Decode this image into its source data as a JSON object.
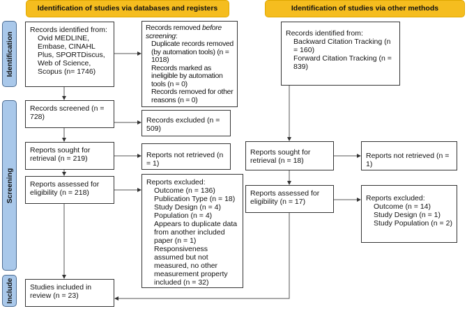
{
  "headers": {
    "databases": "Identification of studies via databases and registers",
    "other": "Identification of studies via other methods"
  },
  "phases": {
    "identification": "Identification",
    "screening": "Screening",
    "include": "Include"
  },
  "left": {
    "identified": {
      "title": "Records identified from:",
      "lines": [
        "Ovid MEDLINE,",
        "Embase, CINAHL",
        "Plus, SPORTDiscus,",
        "Web of Science,",
        "Scopus (n= 1746)"
      ]
    },
    "removed": {
      "title_a": "Records removed ",
      "title_em": "before screening",
      "title_b": ":",
      "lines": [
        "Duplicate records removed (by automation tools) (n = 1018)",
        "Records marked as ineligible by automation tools (n = 0)",
        "Records removed for other reasons (n = 0)"
      ]
    },
    "screened": "Records screened (n = 728)",
    "excluded": "Records excluded (n = 509)",
    "sought": "Reports sought for retrieval (n = 219)",
    "not_retrieved": "Reports not retrieved (n = 1)",
    "assessed": "Reports assessed for eligibility (n = 218)",
    "reports_excluded": {
      "title": "Reports excluded:",
      "lines": [
        "Outcome (n = 136)",
        "Publication Type (n = 18)",
        "Study Design (n = 4)",
        "Population (n = 4)",
        "Appears to duplicate data from another included paper (n = 1)",
        "Responsiveness assumed but not measured, no other measurement property included (n = 32)"
      ]
    },
    "included": "Studies included in review (n = 23)"
  },
  "right": {
    "identified": {
      "title": "Records identified from:",
      "lines": [
        "Backward Citation Tracking (n = 160)",
        "Forward Citation Tracking (n = 839)"
      ]
    },
    "sought": "Reports sought for retrieval (n = 18)",
    "not_retrieved": "Reports not retrieved (n = 1)",
    "assessed": "Reports assessed for eligibility (n = 17)",
    "reports_excluded": {
      "title": "Reports excluded:",
      "lines": [
        "Outcome (n = 14)",
        "Study Design (n = 1)",
        "Study Population (n = 2)"
      ]
    }
  },
  "colors": {
    "header": "#f5bd1f",
    "phase": "#a9c8ea"
  }
}
